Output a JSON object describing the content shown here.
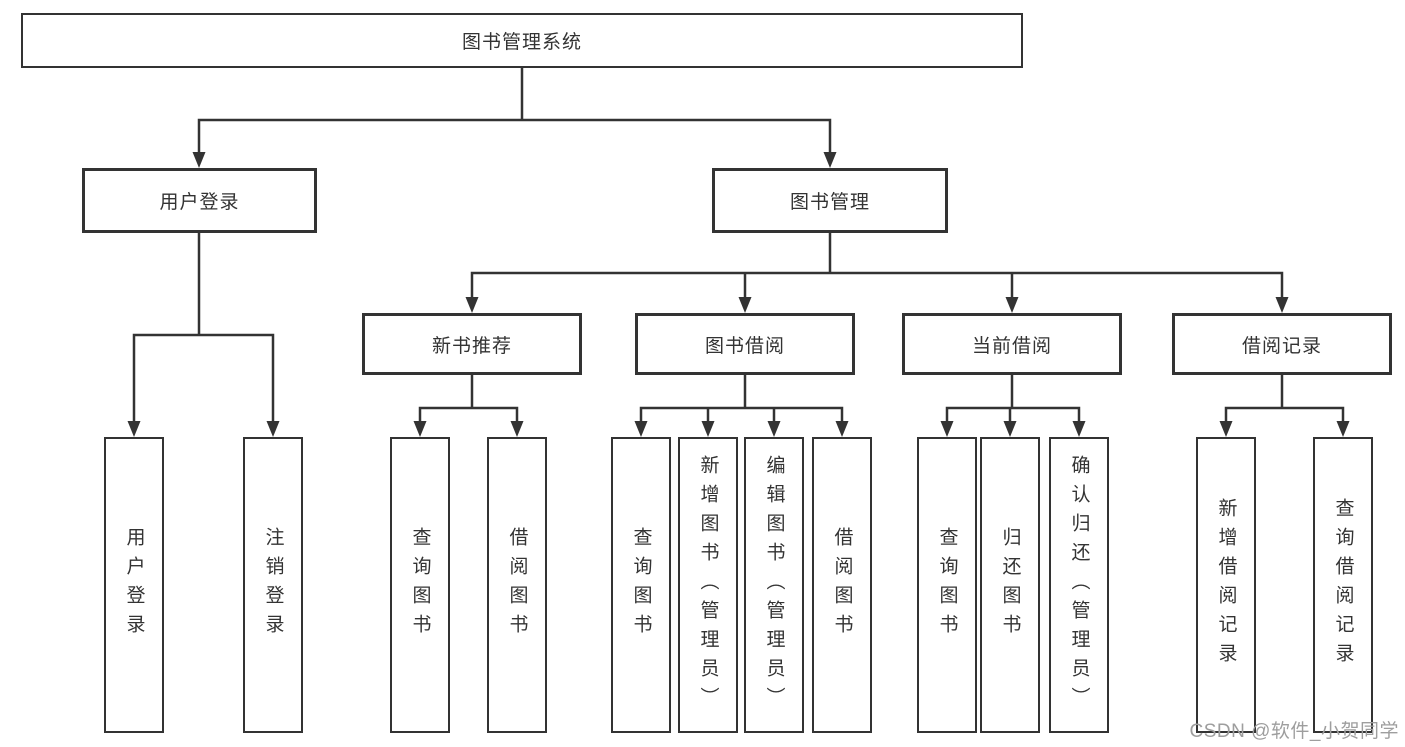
{
  "diagram": {
    "title": "图书管理系统",
    "root": {
      "label": "图书管理系统"
    },
    "level2": [
      {
        "label": "用户登录"
      },
      {
        "label": "图书管理"
      }
    ],
    "level3": [
      {
        "label": "新书推荐",
        "parent": "图书管理"
      },
      {
        "label": "图书借阅",
        "parent": "图书管理"
      },
      {
        "label": "当前借阅",
        "parent": "图书管理"
      },
      {
        "label": "借阅记录",
        "parent": "图书管理"
      }
    ],
    "leaves": [
      {
        "label": "用户登录",
        "parent": "用户登录"
      },
      {
        "label": "注销登录",
        "parent": "用户登录"
      },
      {
        "label": "查询图书",
        "parent": "新书推荐"
      },
      {
        "label": "借阅图书",
        "parent": "新书推荐"
      },
      {
        "label": "查询图书",
        "parent": "图书借阅"
      },
      {
        "label": "新增图书（管理员）",
        "parent": "图书借阅"
      },
      {
        "label": "编辑图书（管理员）",
        "parent": "图书借阅"
      },
      {
        "label": "借阅图书",
        "parent": "图书借阅"
      },
      {
        "label": "查询图书",
        "parent": "当前借阅"
      },
      {
        "label": "归还图书",
        "parent": "当前借阅"
      },
      {
        "label": "确认归还（管理员）",
        "parent": "当前借阅"
      },
      {
        "label": "新增借阅记录",
        "parent": "借阅记录"
      },
      {
        "label": "查询借阅记录",
        "parent": "借阅记录"
      }
    ],
    "colors": {
      "line": "#333333",
      "text": "#333333",
      "box_background": "#ffffff",
      "watermark": "#9e9e9e"
    }
  },
  "watermark": {
    "text": "CSDN @软件_小贺同学"
  }
}
